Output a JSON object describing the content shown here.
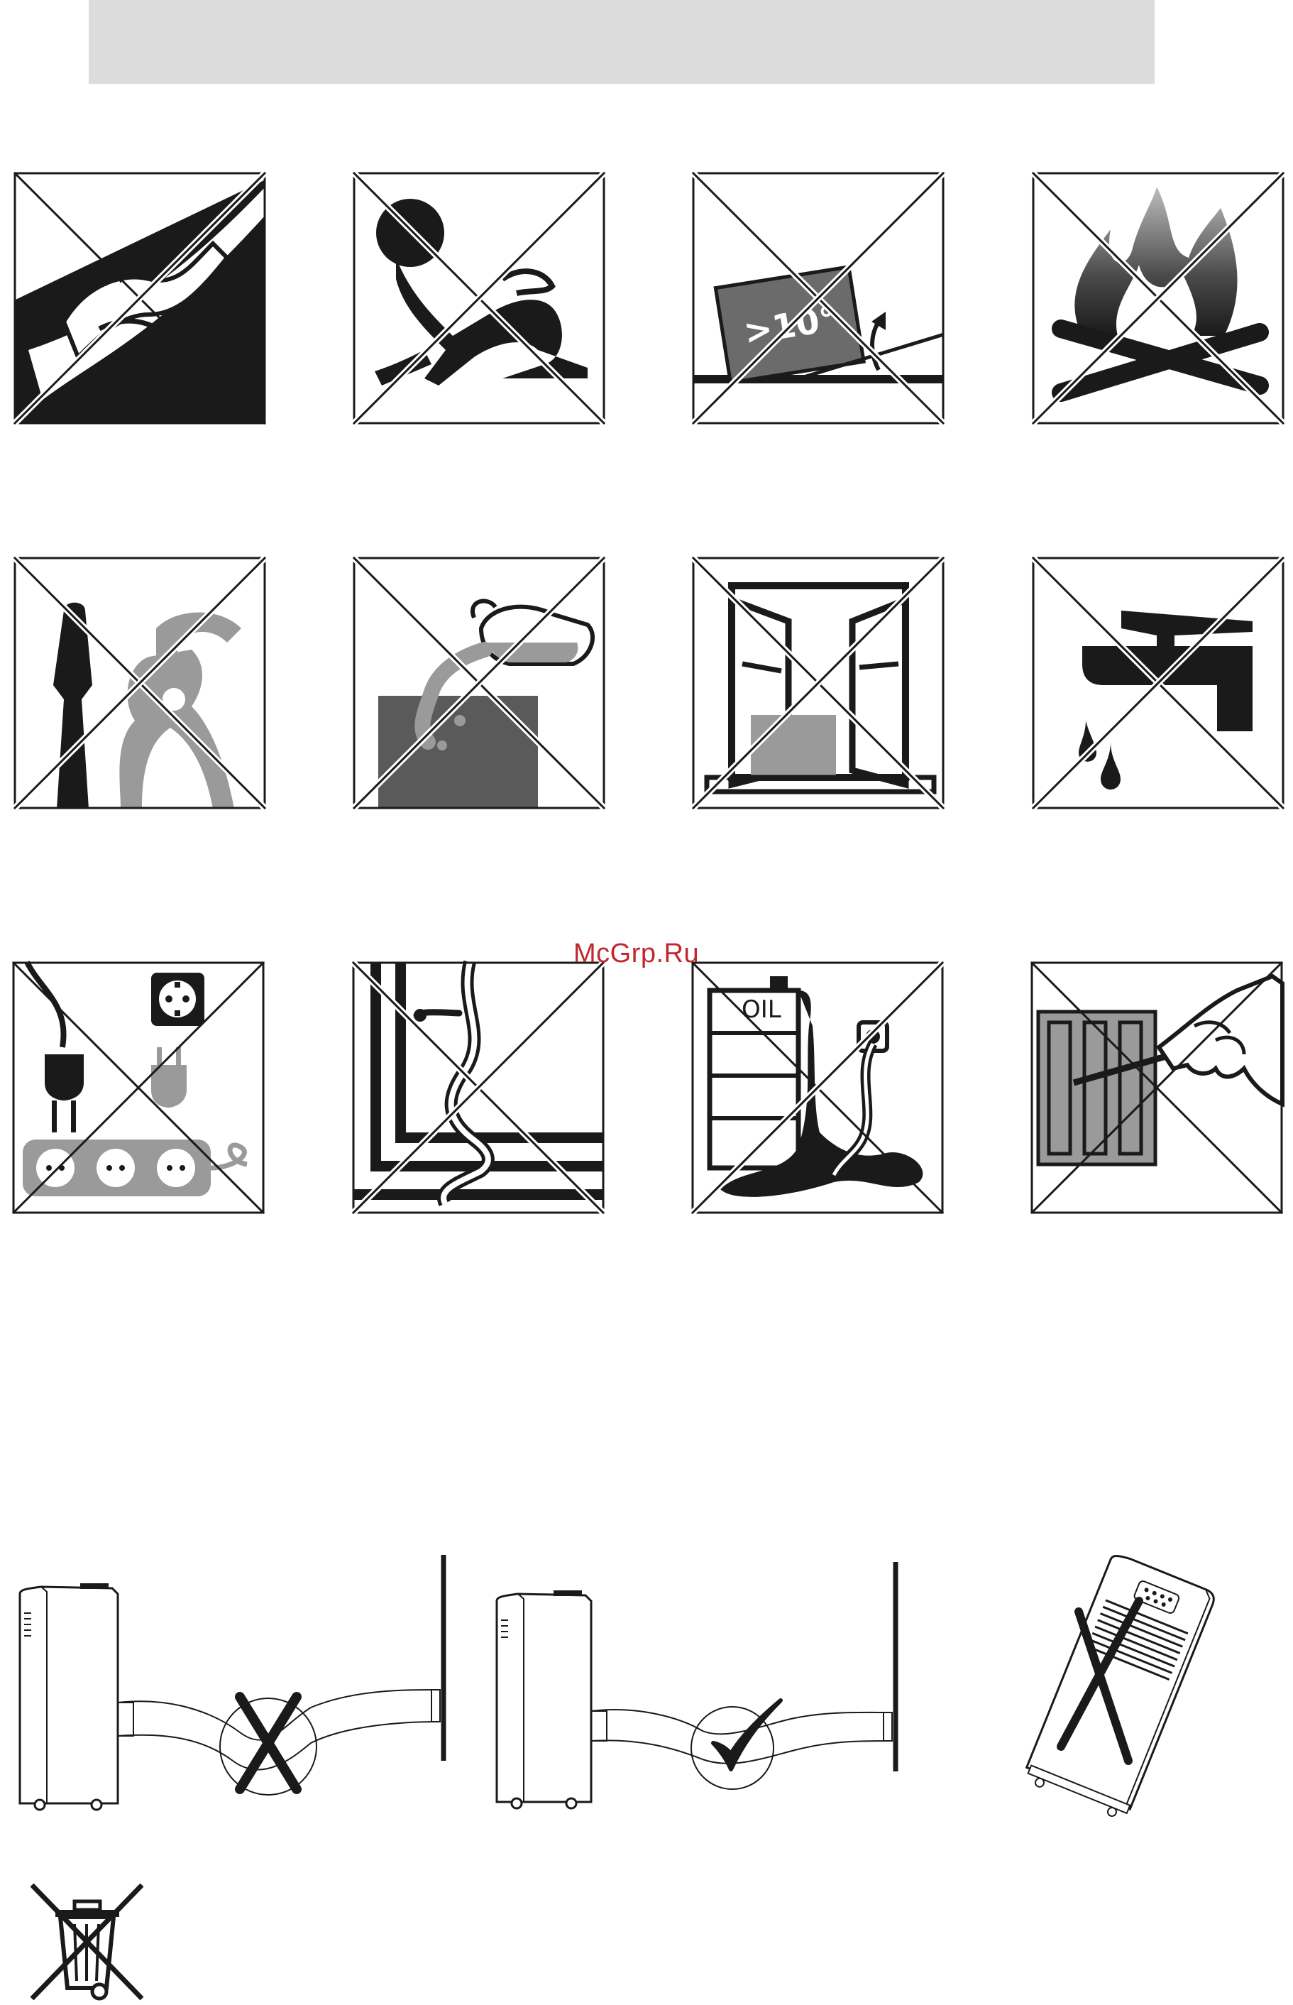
{
  "page": {
    "watermark": "McGrp.Ru"
  },
  "warning_icons": [
    {
      "id": "hot-surface",
      "icon": "hand-burn-icon",
      "prohibited": true
    },
    {
      "id": "children",
      "icon": "crawling-child-icon",
      "prohibited": true
    },
    {
      "id": "tilt",
      "icon": "tilt-angle-icon",
      "label": ">10°",
      "prohibited": true
    },
    {
      "id": "fire",
      "icon": "fire-icon",
      "prohibited": true
    },
    {
      "id": "tools",
      "icon": "tools-icon",
      "prohibited": true
    },
    {
      "id": "liquids",
      "icon": "pouring-liquid-icon",
      "prohibited": true
    },
    {
      "id": "window",
      "icon": "open-window-icon",
      "prohibited": true
    },
    {
      "id": "water-tap",
      "icon": "water-tap-icon",
      "prohibited": true
    },
    {
      "id": "extension-socket",
      "icon": "power-strip-icon",
      "prohibited": true
    },
    {
      "id": "cable-door",
      "icon": "cable-through-door-icon",
      "prohibited": true
    },
    {
      "id": "oil",
      "icon": "oil-barrel-icon",
      "label": "OIL",
      "prohibited": true
    },
    {
      "id": "grille-insert",
      "icon": "grille-insertion-icon",
      "prohibited": true
    }
  ],
  "hose_diagrams": [
    {
      "id": "hose-bent",
      "icon": "cross-mark-icon",
      "correct": false
    },
    {
      "id": "hose-straight",
      "icon": "check-mark-icon",
      "correct": true
    },
    {
      "id": "unit-tilted",
      "icon": "cross-mark-icon",
      "correct": false
    }
  ],
  "disposal": {
    "icon": "crossed-bin-icon"
  },
  "colors": {
    "ink": "#1a1a1a",
    "gray": "#9a9a9a",
    "dark_gray": "#5a5a5a",
    "header": "#dcdcdc",
    "watermark": "#c0282d"
  }
}
